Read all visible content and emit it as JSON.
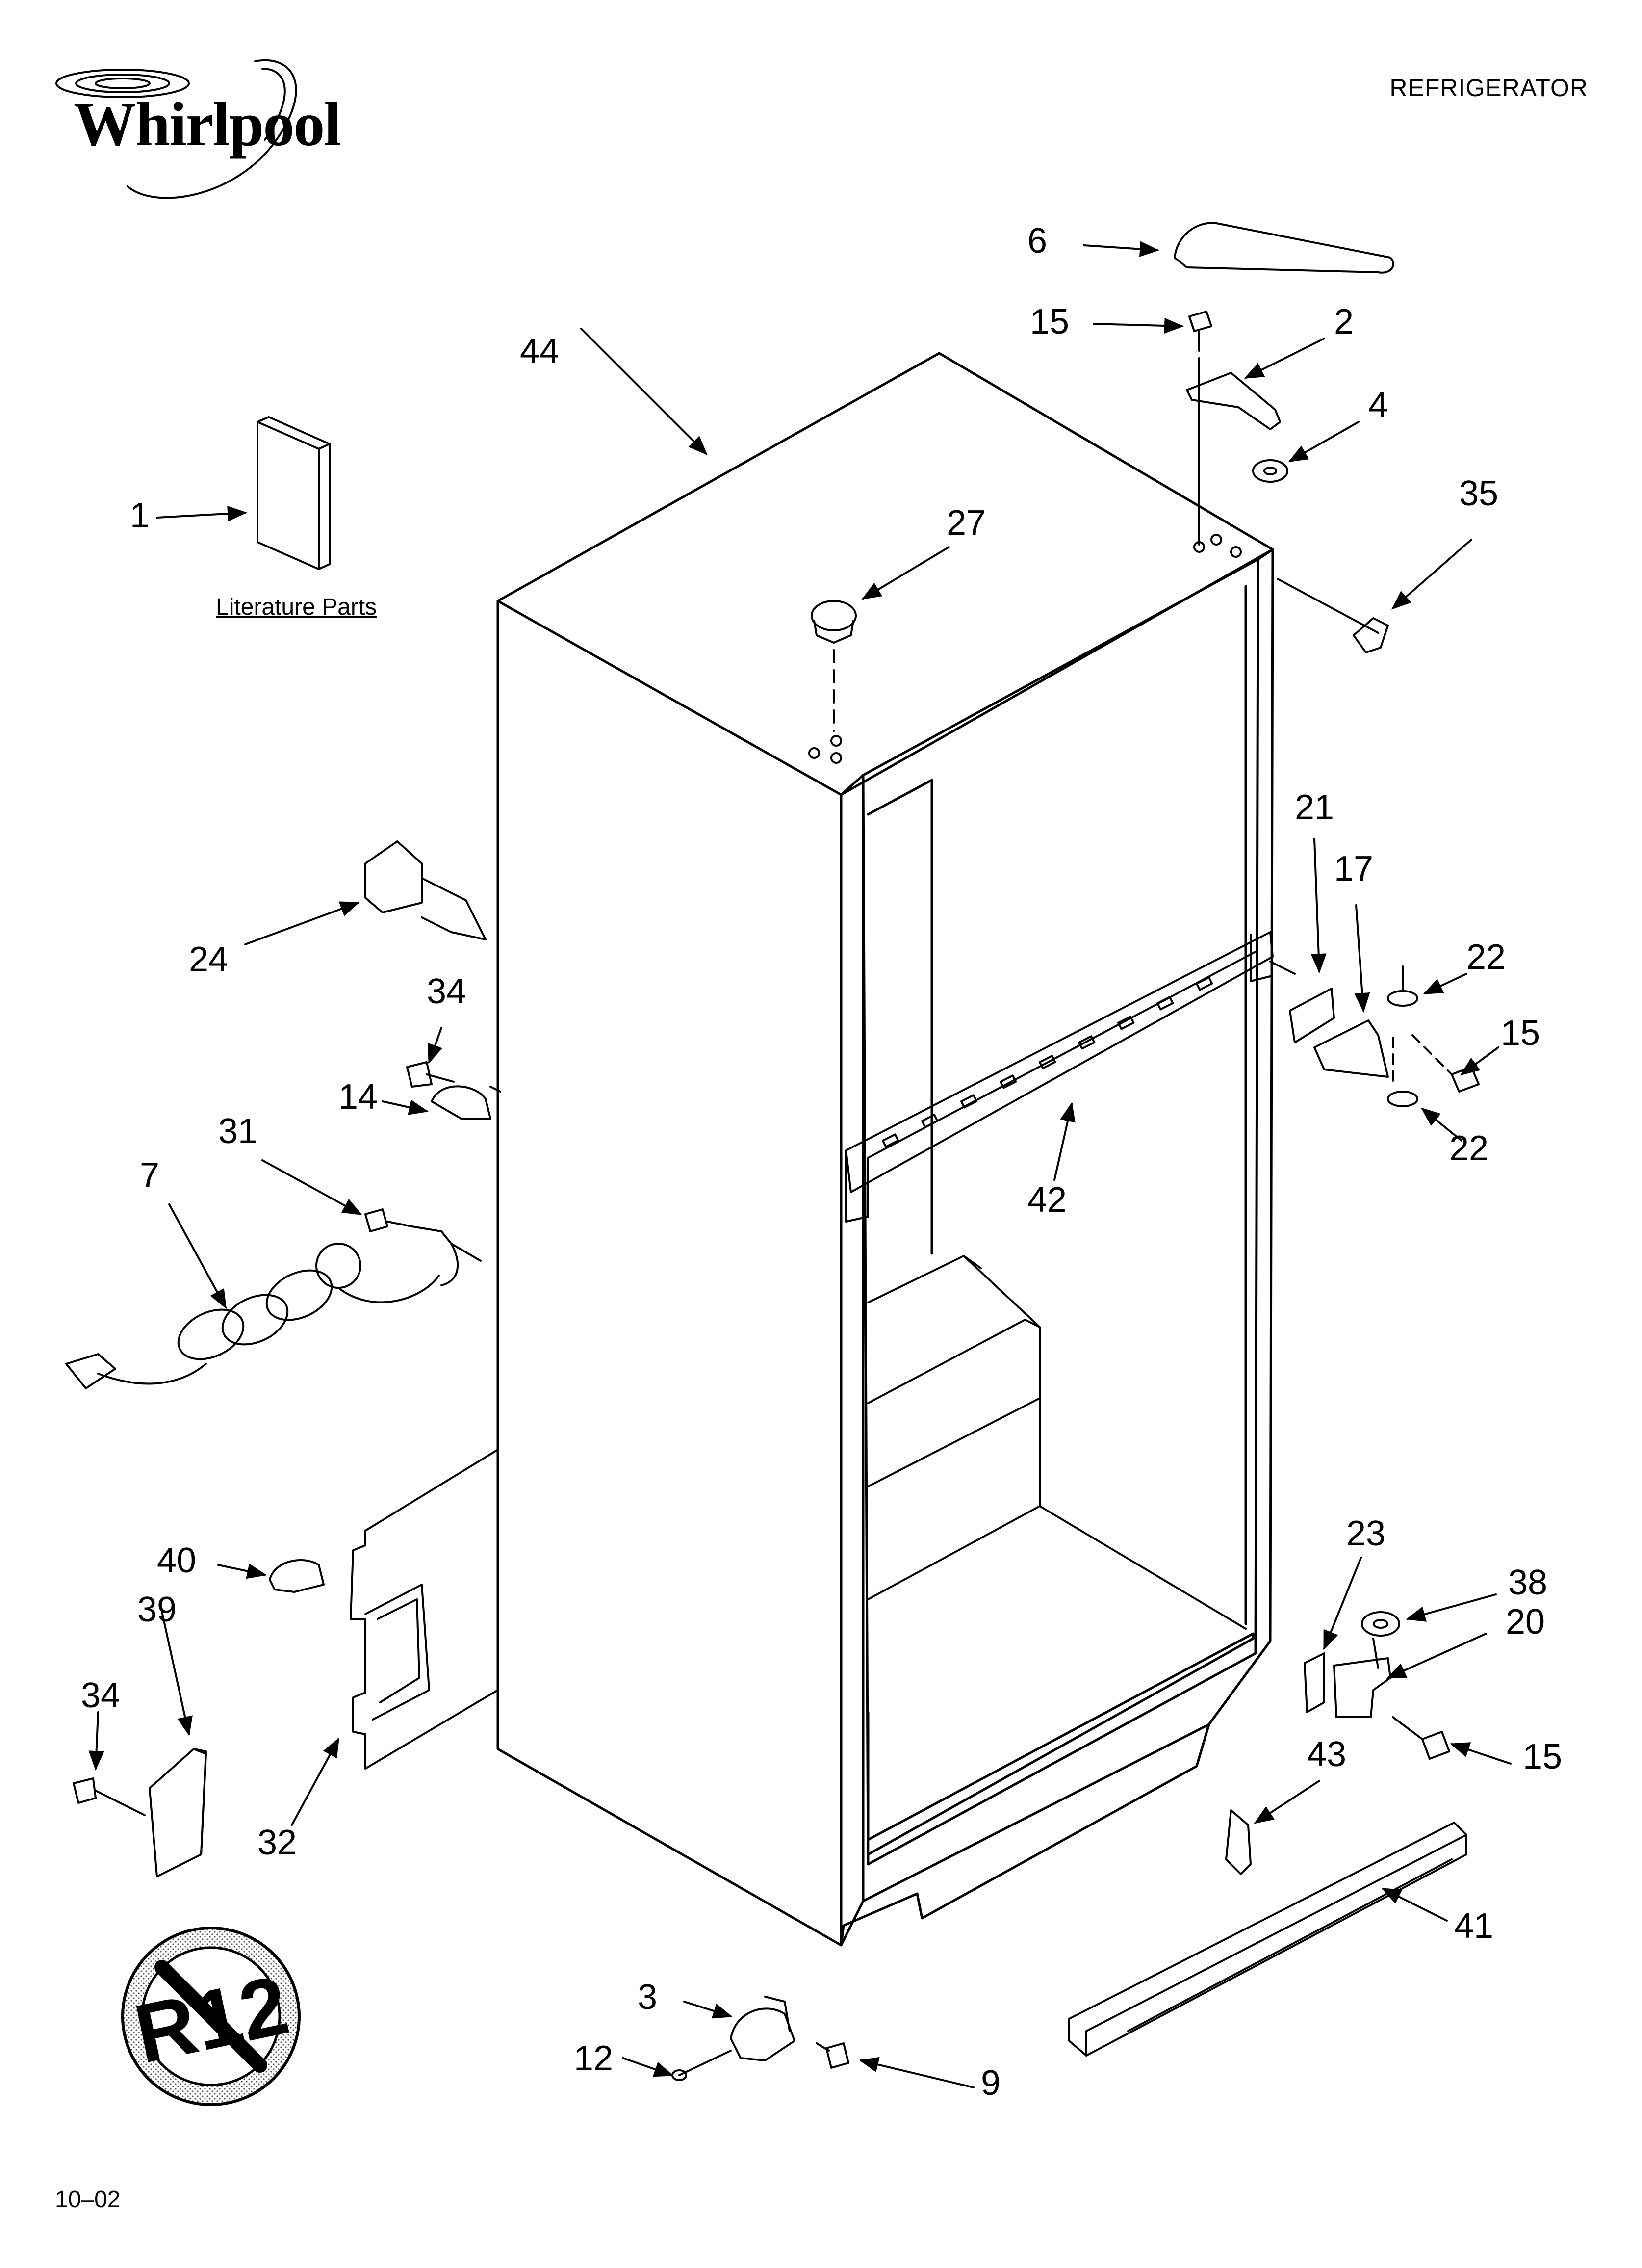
{
  "header": {
    "brand": "Whirlpool",
    "title": "REFRIGERATOR"
  },
  "footer": {
    "date_code": "10–02"
  },
  "literature": {
    "label": "Literature Parts"
  },
  "badge": {
    "text": "R12",
    "icon": "no-r12-icon"
  },
  "callouts": [
    {
      "id": "c1",
      "label": "1"
    },
    {
      "id": "c6",
      "label": "6"
    },
    {
      "id": "c15a",
      "label": "15"
    },
    {
      "id": "c2",
      "label": "2"
    },
    {
      "id": "c4",
      "label": "4"
    },
    {
      "id": "c35",
      "label": "35"
    },
    {
      "id": "c44",
      "label": "44"
    },
    {
      "id": "c27",
      "label": "27"
    },
    {
      "id": "c24",
      "label": "24"
    },
    {
      "id": "c34a",
      "label": "34"
    },
    {
      "id": "c14",
      "label": "14"
    },
    {
      "id": "c31",
      "label": "31"
    },
    {
      "id": "c7",
      "label": "7"
    },
    {
      "id": "c21",
      "label": "21"
    },
    {
      "id": "c17",
      "label": "17"
    },
    {
      "id": "c22a",
      "label": "22"
    },
    {
      "id": "c15b",
      "label": "15"
    },
    {
      "id": "c22b",
      "label": "22"
    },
    {
      "id": "c42",
      "label": "42"
    },
    {
      "id": "c23",
      "label": "23"
    },
    {
      "id": "c38",
      "label": "38"
    },
    {
      "id": "c20",
      "label": "20"
    },
    {
      "id": "c15c",
      "label": "15"
    },
    {
      "id": "c43",
      "label": "43"
    },
    {
      "id": "c41",
      "label": "41"
    },
    {
      "id": "c40",
      "label": "40"
    },
    {
      "id": "c39",
      "label": "39"
    },
    {
      "id": "c34b",
      "label": "34"
    },
    {
      "id": "c32",
      "label": "32"
    },
    {
      "id": "c3",
      "label": "3"
    },
    {
      "id": "c12",
      "label": "12"
    },
    {
      "id": "c9",
      "label": "9"
    }
  ]
}
